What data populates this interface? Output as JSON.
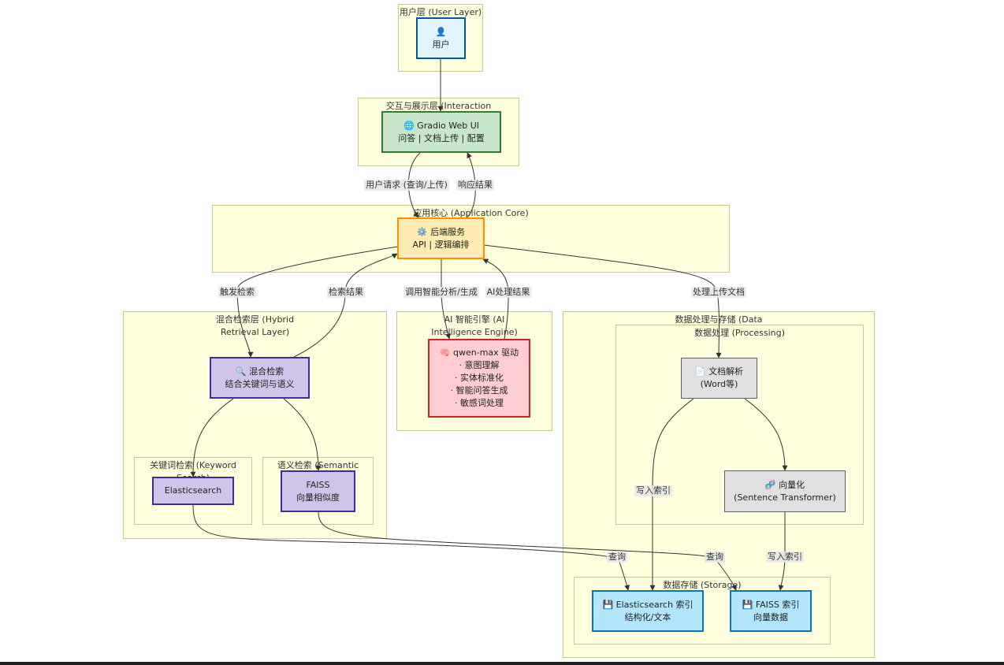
{
  "clusters": {
    "user": "用户层 (User Layer)",
    "interaction": "交互与展示层 (Interaction",
    "core": "应用核心 (Application Core)",
    "hybrid": "混合检索层 (Hybrid\nRetrieval Layer)",
    "keyword": "关键词检索 (Keyword\nSearch)",
    "semantic": "语义检索 (Semantic Search)",
    "ai": "AI 智能引擎 (AI\nIntelligence Engine)",
    "data": "数据处理与存储 (Data",
    "processing": "数据处理 (Processing)",
    "storage": "数据存储 (Storage)"
  },
  "nodes": {
    "user": {
      "icon": "👤",
      "lines": [
        "用户"
      ]
    },
    "gradio": {
      "lines": [
        "🌐 Gradio Web UI",
        "问答 | 文档上传 | 配置"
      ]
    },
    "backend": {
      "lines": [
        "⚙️ 后端服务",
        "API | 逻辑编排"
      ]
    },
    "hybrid_search": {
      "lines": [
        "🔍 混合检索",
        "结合关键词与语义"
      ]
    },
    "elasticsearch": {
      "lines": [
        "Elasticsearch"
      ]
    },
    "faiss": {
      "lines": [
        "FAISS",
        "向量相似度"
      ]
    },
    "qwen": {
      "lines": [
        "🧠 qwen-max 驱动",
        "· 意图理解",
        "· 实体标准化",
        "· 智能问答生成",
        "· 敏感词处理"
      ]
    },
    "doc_parse": {
      "lines": [
        "📄 文档解析",
        "(Word等)"
      ]
    },
    "vectorize": {
      "lines": [
        "🧬 向量化",
        "(Sentence Transformer)"
      ]
    },
    "es_index": {
      "lines": [
        "💾 Elasticsearch 索引",
        "结构化/文本"
      ]
    },
    "faiss_index": {
      "lines": [
        "💾 FAISS 索引",
        "向量数据"
      ]
    }
  },
  "edges": {
    "request": "用户请求 (查询/上传)",
    "response": "响应结果",
    "trigger_search": "触发检索",
    "search_result": "检索结果",
    "call_ai": "调用智能分析/生成",
    "ai_result": "AI处理结果",
    "process_upload": "处理上传文档",
    "write_index_es": "写入索引",
    "write_index_faiss": "写入索引",
    "query_es": "查询",
    "query_faiss": "查询"
  },
  "colors": {
    "cluster_fill": "#ffffde",
    "cluster_border": "#c8c893",
    "user_node": "#e1f5fe",
    "gradio_node": "#c8e6c9",
    "backend_node": "#ffecb3",
    "retrieval_node": "#d1c4e9",
    "ai_node": "#ffcdd2",
    "processing_node": "#e0e0e0",
    "storage_node": "#b3e5fc"
  }
}
